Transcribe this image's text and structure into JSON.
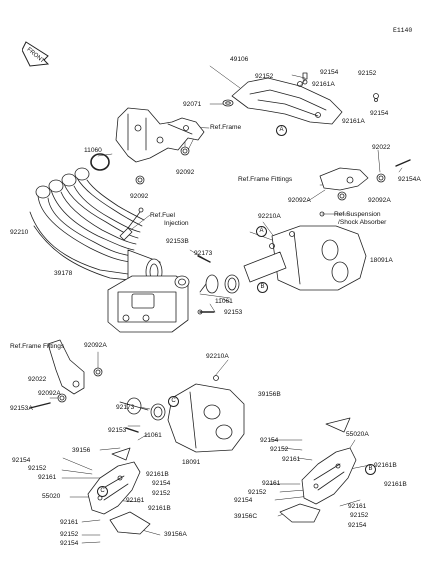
{
  "diagram_code": "E1140",
  "front_label": "FRONT",
  "refs": {
    "frame": "Ref.Frame",
    "frame_fittings_top": "Ref.Frame Fittings",
    "suspension_line1": "Ref.Suspension",
    "suspension_line2": "/Shock Absorber",
    "fuel_line1": "Ref.Fuel",
    "fuel_line2": "Injection",
    "frame_fittings_left": "Ref.Frame Fittings"
  },
  "callouts": {
    "a1": "A",
    "a2": "A",
    "b1": "B",
    "b2": "B",
    "c1": "C",
    "c2": "C"
  },
  "parts": {
    "p49106": "49106",
    "p92154_a": "92154",
    "p92152_a": "92152",
    "p92161A_a": "92161A",
    "p92152_b": "92152",
    "p92154_b": "92154",
    "p92071": "92071",
    "p92161A_b": "92161A",
    "p11060": "11060",
    "p92092_a": "92092",
    "p92092_b": "92092",
    "p92022_a": "92022",
    "p92154A": "92154A",
    "p92092A_a": "92092A",
    "p92092A_b": "92092A",
    "p92210A_a": "92210A",
    "p92210": "92210",
    "p18091A": "18091A",
    "p92153B": "92153B",
    "p92173_a": "92173",
    "p11061_a": "11061",
    "p92153_a": "92153",
    "p39178": "39178",
    "p92092A_c": "92092A",
    "p92022_b": "92022",
    "p92092A_d": "92092A",
    "p92153A": "92153A",
    "p92210A_b": "92210A",
    "p92173_b": "92173",
    "p11061_b": "11061",
    "p92153_b": "92153",
    "p18091": "18091",
    "p39156": "39156",
    "p92154_c": "92154",
    "p92152_c": "92152",
    "p92161_a": "92161",
    "p55020": "55020",
    "p92161B_a": "92161B",
    "p92154_d": "92154",
    "p92152_d": "92152",
    "p92161_b": "92161",
    "p92161B_b": "92161B",
    "p92161_c": "92161",
    "p92152_e": "92152",
    "p92154_e": "92154",
    "p39156A": "39156A",
    "p39156B": "39156B",
    "p55020A": "55020A",
    "p92154_f": "92154",
    "p92152_f": "92152",
    "p92161_d": "92161",
    "p92161B_c": "92161B",
    "p92161_e": "92161",
    "p92152_g": "92152",
    "p92154_g": "92154",
    "p92161B_d": "92161B",
    "p39156C": "39156C",
    "p92161_f": "92161",
    "p92152_h": "92152",
    "p92154_h": "92154"
  }
}
